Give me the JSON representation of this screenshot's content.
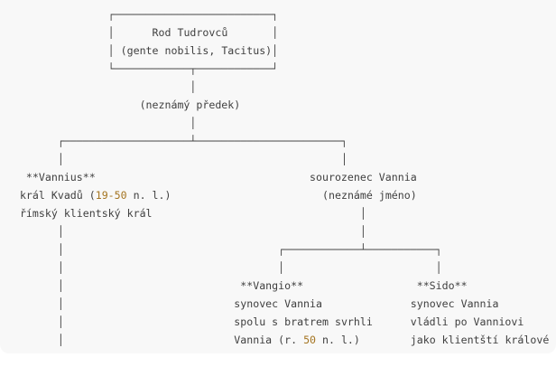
{
  "colors": {
    "background": "#ffffff",
    "card_background": "#f8f8f8",
    "text": "#3f3f3f",
    "number": "#a47420"
  },
  "diagram": {
    "type": "family-tree-ascii",
    "nodes": [
      {
        "id": "rod-tudrovcu",
        "lines": [
          "Rod Tudrovců",
          "(gente nobilis, Tacitus)"
        ]
      },
      {
        "id": "neznamy-predek",
        "lines": [
          "(neznámý předek)"
        ]
      },
      {
        "id": "vannius",
        "lines": [
          "**Vannius**",
          "král Kvadů (19-50 n. l.)",
          "římský klientský král"
        ]
      },
      {
        "id": "sourozenec-vannia",
        "lines": [
          "sourozenec Vannia",
          "(neznámé jméno)"
        ]
      },
      {
        "id": "vangio",
        "lines": [
          "**Vangio**",
          "synovec Vannia",
          "spolu s bratrem svrhli",
          "Vannia (r. 50 n. l.)"
        ]
      },
      {
        "id": "sido",
        "lines": [
          "**Sido**",
          "synovec Vannia",
          "vládli po Vanniovi",
          "jako klientští králové"
        ]
      }
    ],
    "rows": [
      [
        {
          "x": 17,
          "t": "┌─────────────────────────┐"
        }
      ],
      [
        {
          "x": 17,
          "t": "│"
        },
        {
          "x": 24,
          "t": "Rod Tudrovců"
        },
        {
          "x": 43,
          "t": "│"
        }
      ],
      [
        {
          "x": 17,
          "t": "│"
        },
        {
          "x": 19,
          "t": "(gente nobilis, Tacitus)"
        },
        {
          "x": 43,
          "t": "│"
        }
      ],
      [
        {
          "x": 17,
          "t": "└────────────┬────────────┘"
        }
      ],
      [
        {
          "x": 30,
          "t": "│"
        }
      ],
      [
        {
          "x": 22,
          "t": "(neznámý předek)"
        }
      ],
      [
        {
          "x": 30,
          "t": "│"
        }
      ],
      [
        {
          "x": 9,
          "t": "┌────────────────────┴───────────────────────┐"
        }
      ],
      [
        {
          "x": 9,
          "t": "│"
        },
        {
          "x": 54,
          "t": "│"
        }
      ],
      [
        {
          "x": 4,
          "t": "**Vannius**"
        },
        {
          "x": 49,
          "t": "sourozenec Vannia"
        }
      ],
      [
        {
          "x": 3,
          "t": "král Kvadů ("
        },
        {
          "x": 15,
          "t": "19-50",
          "c": "num"
        },
        {
          "x": 20,
          "t": " n. l.)"
        },
        {
          "x": 51,
          "t": "(neznámé jméno)"
        }
      ],
      [
        {
          "x": 3,
          "t": "římský klientský král"
        },
        {
          "x": 57,
          "t": "│"
        }
      ],
      [
        {
          "x": 9,
          "t": "│"
        },
        {
          "x": 57,
          "t": "│"
        }
      ],
      [
        {
          "x": 9,
          "t": "│"
        },
        {
          "x": 44,
          "t": "┌────────────┴───────────┐"
        }
      ],
      [
        {
          "x": 9,
          "t": "│"
        },
        {
          "x": 44,
          "t": "│"
        },
        {
          "x": 69,
          "t": "│"
        }
      ],
      [
        {
          "x": 9,
          "t": "│"
        },
        {
          "x": 38,
          "t": "**Vangio**"
        },
        {
          "x": 66,
          "t": "**Sido**"
        }
      ],
      [
        {
          "x": 9,
          "t": "│"
        },
        {
          "x": 37,
          "t": "synovec Vannia"
        },
        {
          "x": 65,
          "t": "synovec Vannia"
        }
      ],
      [
        {
          "x": 9,
          "t": "│"
        },
        {
          "x": 37,
          "t": "spolu s bratrem svrhli"
        },
        {
          "x": 65,
          "t": "vládli po Vanniovi"
        }
      ],
      [
        {
          "x": 9,
          "t": "│"
        },
        {
          "x": 37,
          "t": "Vannia (r. "
        },
        {
          "x": 48,
          "t": "50",
          "c": "num"
        },
        {
          "x": 50,
          "t": " n. l.)"
        },
        {
          "x": 65,
          "t": "jako klientští králové"
        }
      ]
    ]
  }
}
